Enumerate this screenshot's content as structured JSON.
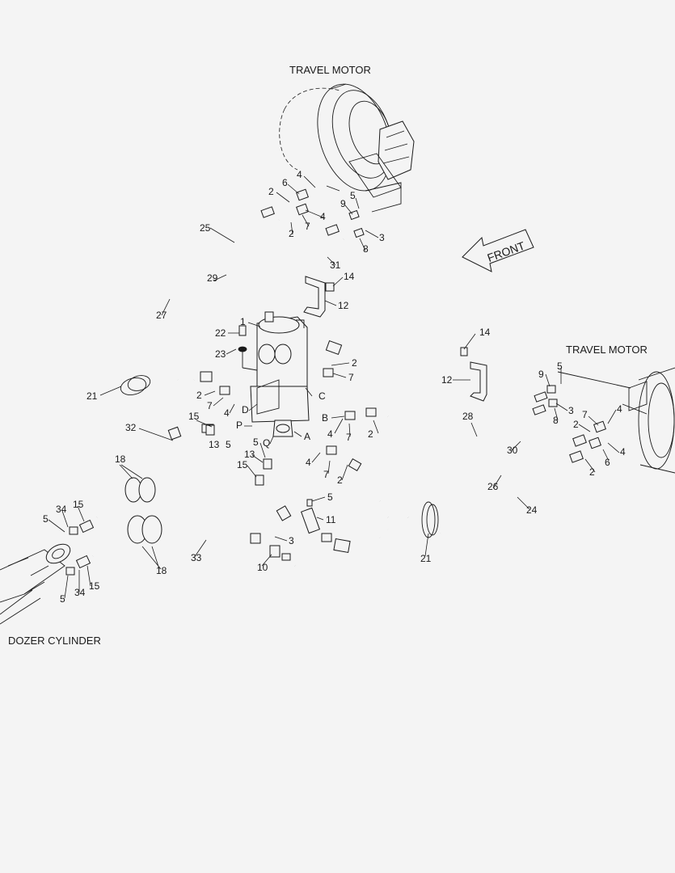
{
  "labels": {
    "travel_motor_top": "TRAVEL MOTOR",
    "travel_motor_right": "TRAVEL MOTOR",
    "dozer_cylinder": "DOZER CYLINDER",
    "front_arrow": "FRONT"
  },
  "callouts": {
    "top_motor": [
      "4",
      "6",
      "2",
      "4",
      "2",
      "7",
      "9",
      "5",
      "3",
      "8"
    ],
    "upper_hoses": [
      "25",
      "31",
      "29",
      "27",
      "14",
      "12"
    ],
    "center_joint": [
      "1",
      "22",
      "23",
      "2",
      "7",
      "2",
      "7",
      "4",
      "21",
      "15",
      "13",
      "5",
      "2",
      "4",
      "7",
      "4",
      "7",
      "2"
    ],
    "center_lower": [
      "32",
      "5",
      "13",
      "15",
      "5",
      "11",
      "3",
      "10",
      "33"
    ],
    "right_motor": [
      "14",
      "12",
      "9",
      "5",
      "3",
      "8",
      "28",
      "7",
      "4",
      "2",
      "6",
      "4",
      "30",
      "2",
      "26",
      "24",
      "21"
    ],
    "dozer": [
      "18",
      "34",
      "15",
      "5",
      "18",
      "5",
      "34",
      "15"
    ]
  },
  "ports": [
    "P",
    "D",
    "B",
    "C",
    "A",
    "Q"
  ]
}
